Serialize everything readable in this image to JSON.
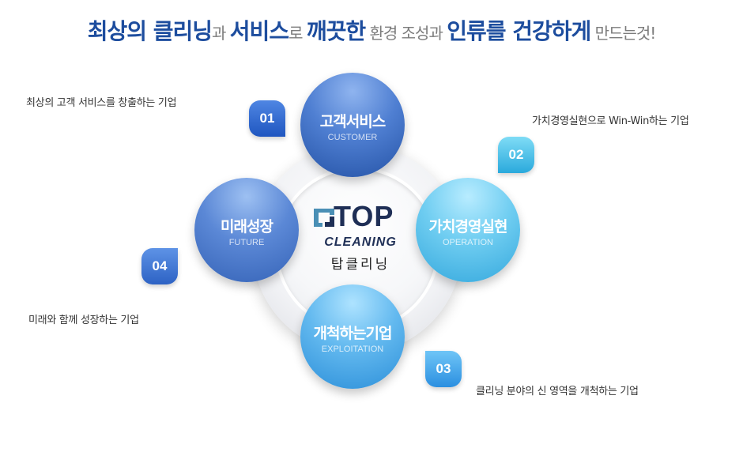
{
  "headline": {
    "p1": "최상의 클리닝",
    "p2": "과 ",
    "p3": "서비스",
    "p4": "로 ",
    "p5": "깨끗한",
    "p6": " 환경 조성과 ",
    "p7": "인류를  건강하게",
    "p8": " 만드는것!"
  },
  "logo": {
    "name": "TOP",
    "subtitle": "CLEANING",
    "korean": "탑클리닝",
    "colors": {
      "navy": "#1f2f56",
      "teal": "#4a8fb5"
    }
  },
  "circles": {
    "top": {
      "title": "고객서비스",
      "subtitle": "CUSTOMER"
    },
    "right": {
      "title": "가치경영실현",
      "subtitle": "OPERATION"
    },
    "bottom": {
      "title": "개척하는기업",
      "subtitle": "EXPLOITATION"
    },
    "left": {
      "title": "미래성장",
      "subtitle": "FUTURE"
    }
  },
  "badges": [
    "01",
    "02",
    "03",
    "04"
  ],
  "descriptions": {
    "d01": "최상의 고객 서비스를 창출하는 기업",
    "d02": "가치경영실현으로 Win-Win하는 기업",
    "d03": "클리닝 분야의 신 영역을 개척하는 기업",
    "d04": "미래와 함께 성장하는 기업"
  },
  "colors": {
    "headline_blue": "#1d4d9e",
    "headline_gray": "#7c7c7c"
  }
}
